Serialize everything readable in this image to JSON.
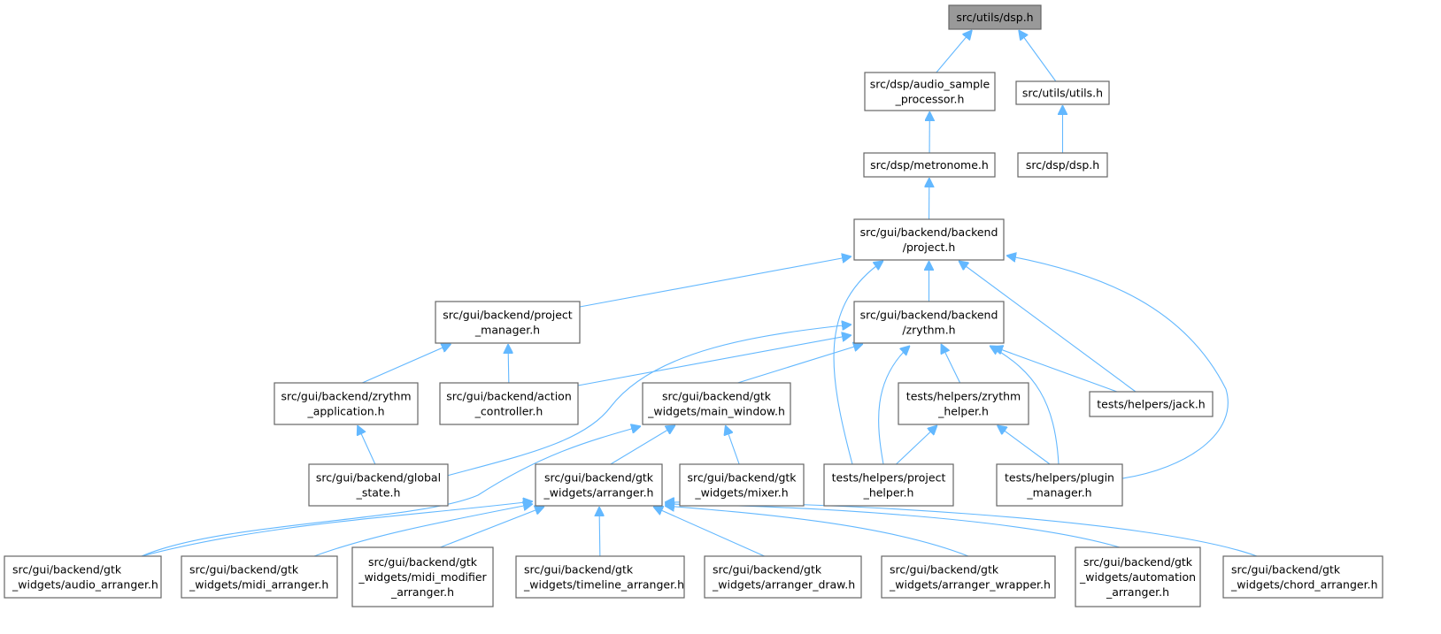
{
  "graph": {
    "title": "src/utils/dsp.h",
    "accent_color": "#63b8ff",
    "root_fill": "#999999",
    "nodes": [
      {
        "lines": [
          "src/utils/dsp.h"
        ]
      },
      {
        "lines": [
          "src/dsp/audio_sample",
          "_processor.h"
        ]
      },
      {
        "lines": [
          "src/utils/utils.h"
        ]
      },
      {
        "lines": [
          "src/dsp/metronome.h"
        ]
      },
      {
        "lines": [
          "src/dsp/dsp.h"
        ]
      },
      {
        "lines": [
          "src/gui/backend/backend",
          "/project.h"
        ]
      },
      {
        "lines": [
          "src/gui/backend/project",
          "_manager.h"
        ]
      },
      {
        "lines": [
          "src/gui/backend/backend",
          "/zrythm.h"
        ]
      },
      {
        "lines": [
          "src/gui/backend/zrythm",
          "_application.h"
        ]
      },
      {
        "lines": [
          "src/gui/backend/action",
          "_controller.h"
        ]
      },
      {
        "lines": [
          "src/gui/backend/gtk",
          "_widgets/main_window.h"
        ]
      },
      {
        "lines": [
          "tests/helpers/zrythm",
          "_helper.h"
        ]
      },
      {
        "lines": [
          "tests/helpers/jack.h"
        ]
      },
      {
        "lines": [
          "src/gui/backend/global",
          "_state.h"
        ]
      },
      {
        "lines": [
          "src/gui/backend/gtk",
          "_widgets/arranger.h"
        ]
      },
      {
        "lines": [
          "src/gui/backend/gtk",
          "_widgets/mixer.h"
        ]
      },
      {
        "lines": [
          "tests/helpers/project",
          "_helper.h"
        ]
      },
      {
        "lines": [
          "tests/helpers/plugin",
          "_manager.h"
        ]
      },
      {
        "lines": [
          "src/gui/backend/gtk",
          "_widgets/audio_arranger.h"
        ]
      },
      {
        "lines": [
          "src/gui/backend/gtk",
          "_widgets/midi_arranger.h"
        ]
      },
      {
        "lines": [
          "src/gui/backend/gtk",
          "_widgets/midi_modifier",
          "_arranger.h"
        ]
      },
      {
        "lines": [
          "src/gui/backend/gtk",
          "_widgets/timeline_arranger.h"
        ]
      },
      {
        "lines": [
          "src/gui/backend/gtk",
          "_widgets/arranger_draw.h"
        ]
      },
      {
        "lines": [
          "src/gui/backend/gtk",
          "_widgets/arranger_wrapper.h"
        ]
      },
      {
        "lines": [
          "src/gui/backend/gtk",
          "_widgets/automation",
          "_arranger.h"
        ]
      },
      {
        "lines": [
          "src/gui/backend/gtk",
          "_widgets/chord_arranger.h"
        ]
      }
    ],
    "edges": [
      [
        1,
        0
      ],
      [
        2,
        0
      ],
      [
        3,
        1
      ],
      [
        4,
        2
      ],
      [
        5,
        3
      ],
      [
        6,
        5
      ],
      [
        7,
        5
      ],
      [
        12,
        5
      ],
      [
        16,
        5
      ],
      [
        17,
        5
      ],
      [
        8,
        6
      ],
      [
        9,
        6
      ],
      [
        9,
        7
      ],
      [
        13,
        7
      ],
      [
        10,
        7
      ],
      [
        11,
        7
      ],
      [
        12,
        7
      ],
      [
        16,
        7
      ],
      [
        17,
        7
      ],
      [
        13,
        8
      ],
      [
        14,
        10
      ],
      [
        15,
        10
      ],
      [
        18,
        10
      ],
      [
        16,
        11
      ],
      [
        17,
        11
      ],
      [
        18,
        14
      ],
      [
        19,
        14
      ],
      [
        20,
        14
      ],
      [
        21,
        14
      ],
      [
        22,
        14
      ],
      [
        23,
        14
      ],
      [
        24,
        14
      ],
      [
        25,
        14
      ]
    ]
  }
}
